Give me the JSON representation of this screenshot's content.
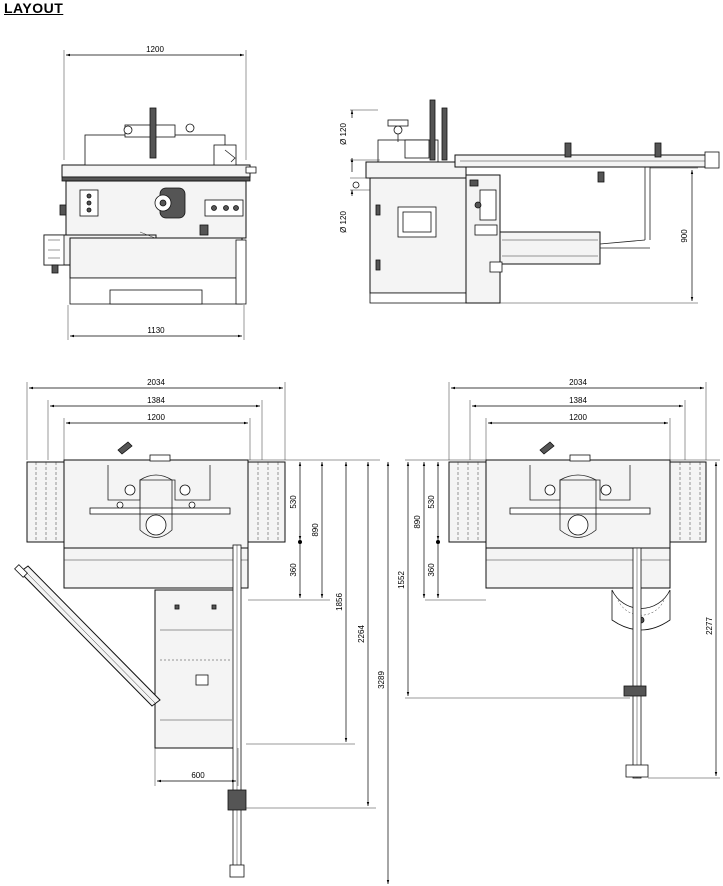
{
  "title": "LAYOUT",
  "front_view": {
    "top_width": "1200",
    "base_width": "1130"
  },
  "side_view": {
    "upper_diameter": "Ø 120",
    "lower_diameter": "Ø 120",
    "height": "900"
  },
  "plan_left": {
    "overall_width": "2034",
    "mid_width": "1384",
    "table_width": "1200",
    "front_depth": "530",
    "rear_depth": "360",
    "table_depth": "890",
    "depth_1856": "1856",
    "depth_2264": "2264",
    "depth_3289": "3289",
    "carriage_width": "600"
  },
  "plan_right": {
    "overall_width": "2034",
    "mid_width": "1384",
    "table_width": "1200",
    "front_depth": "530",
    "table_depth": "890",
    "rear_depth": "360",
    "depth_1552": "1552",
    "depth_2277": "2277"
  }
}
